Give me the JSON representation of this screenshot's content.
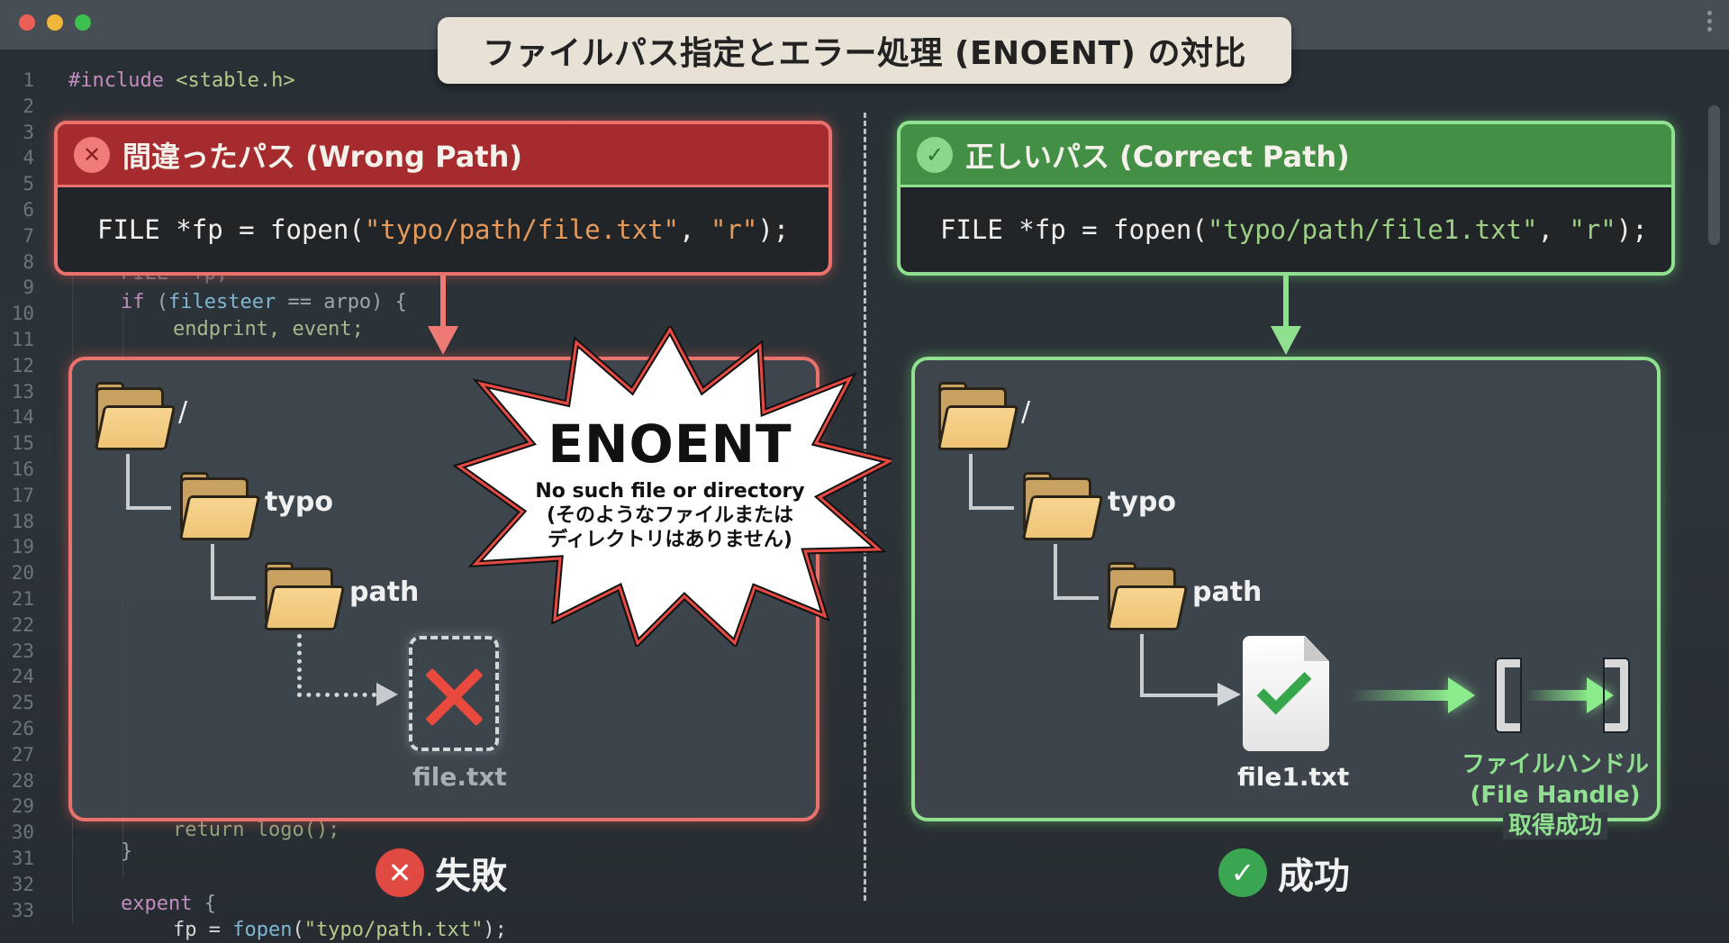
{
  "window": {
    "controls": [
      "close",
      "minimize",
      "maximize"
    ],
    "menu_icon": "kebab-menu-icon"
  },
  "banner": {
    "title": "ファイルパス指定とエラー処理 (ENOENT) の対比"
  },
  "editor": {
    "line_numbers": [
      "1",
      "2",
      "3",
      "4",
      "5",
      "6",
      "7",
      "8",
      "9",
      "10",
      "11",
      "12",
      "13",
      "14",
      "15",
      "16",
      "17",
      "18",
      "19",
      "20",
      "21",
      "22",
      "23",
      "24",
      "25",
      "26",
      "27",
      "28",
      "29",
      "30",
      "31",
      "32",
      "33"
    ],
    "lines": {
      "l1_kw": "#include",
      "l1_str": " <stable.h>",
      "l8": "FILE *fp;",
      "l9_kw": "if",
      "l9_a": " (",
      "l9_fn": "filesteer",
      "l9_b": " == arpo) {",
      "l10": "endprint, event;",
      "l29": "return logo();",
      "l30": "}",
      "l32_kw": "expent",
      "l32_b": " {",
      "l33_a": "fp = ",
      "l33_fn": "fopen",
      "l33_b": "(",
      "l33_str": "\"typo/path.txt\"",
      "l33_c": ");"
    }
  },
  "wrong": {
    "icon": "x-circle-icon",
    "title": "間違ったパス (Wrong Path)",
    "code_pre": "FILE *fp = fopen(",
    "code_path": "\"typo/path/file.txt\"",
    "code_mid": ", ",
    "code_mode": "\"r\"",
    "code_post": ");",
    "tree": {
      "root": "/",
      "dir1": "typo",
      "dir2": "path",
      "file": "file.txt"
    },
    "error": {
      "code": "ENOENT",
      "message": "No such file or directory",
      "message_ja_1": "(そのようなファイルまたは",
      "message_ja_2": "ディレクトリはありません)"
    },
    "status": "失敗",
    "color": "#e9736c"
  },
  "right": {
    "icon": "check-circle-icon",
    "title": "正しいパス (Correct Path)",
    "code_pre": "FILE *fp = fopen(",
    "code_path": "\"typo/path/file1.txt\"",
    "code_mid": ", ",
    "code_mode": "\"r\"",
    "code_post": ");",
    "tree": {
      "root": "/",
      "dir1": "typo",
      "dir2": "path",
      "file": "file1.txt"
    },
    "handle": {
      "label_ja": "ファイルハンドル",
      "label_en": "(File Handle)",
      "label_result": "取得成功"
    },
    "status": "成功",
    "color": "#8fe08f"
  }
}
